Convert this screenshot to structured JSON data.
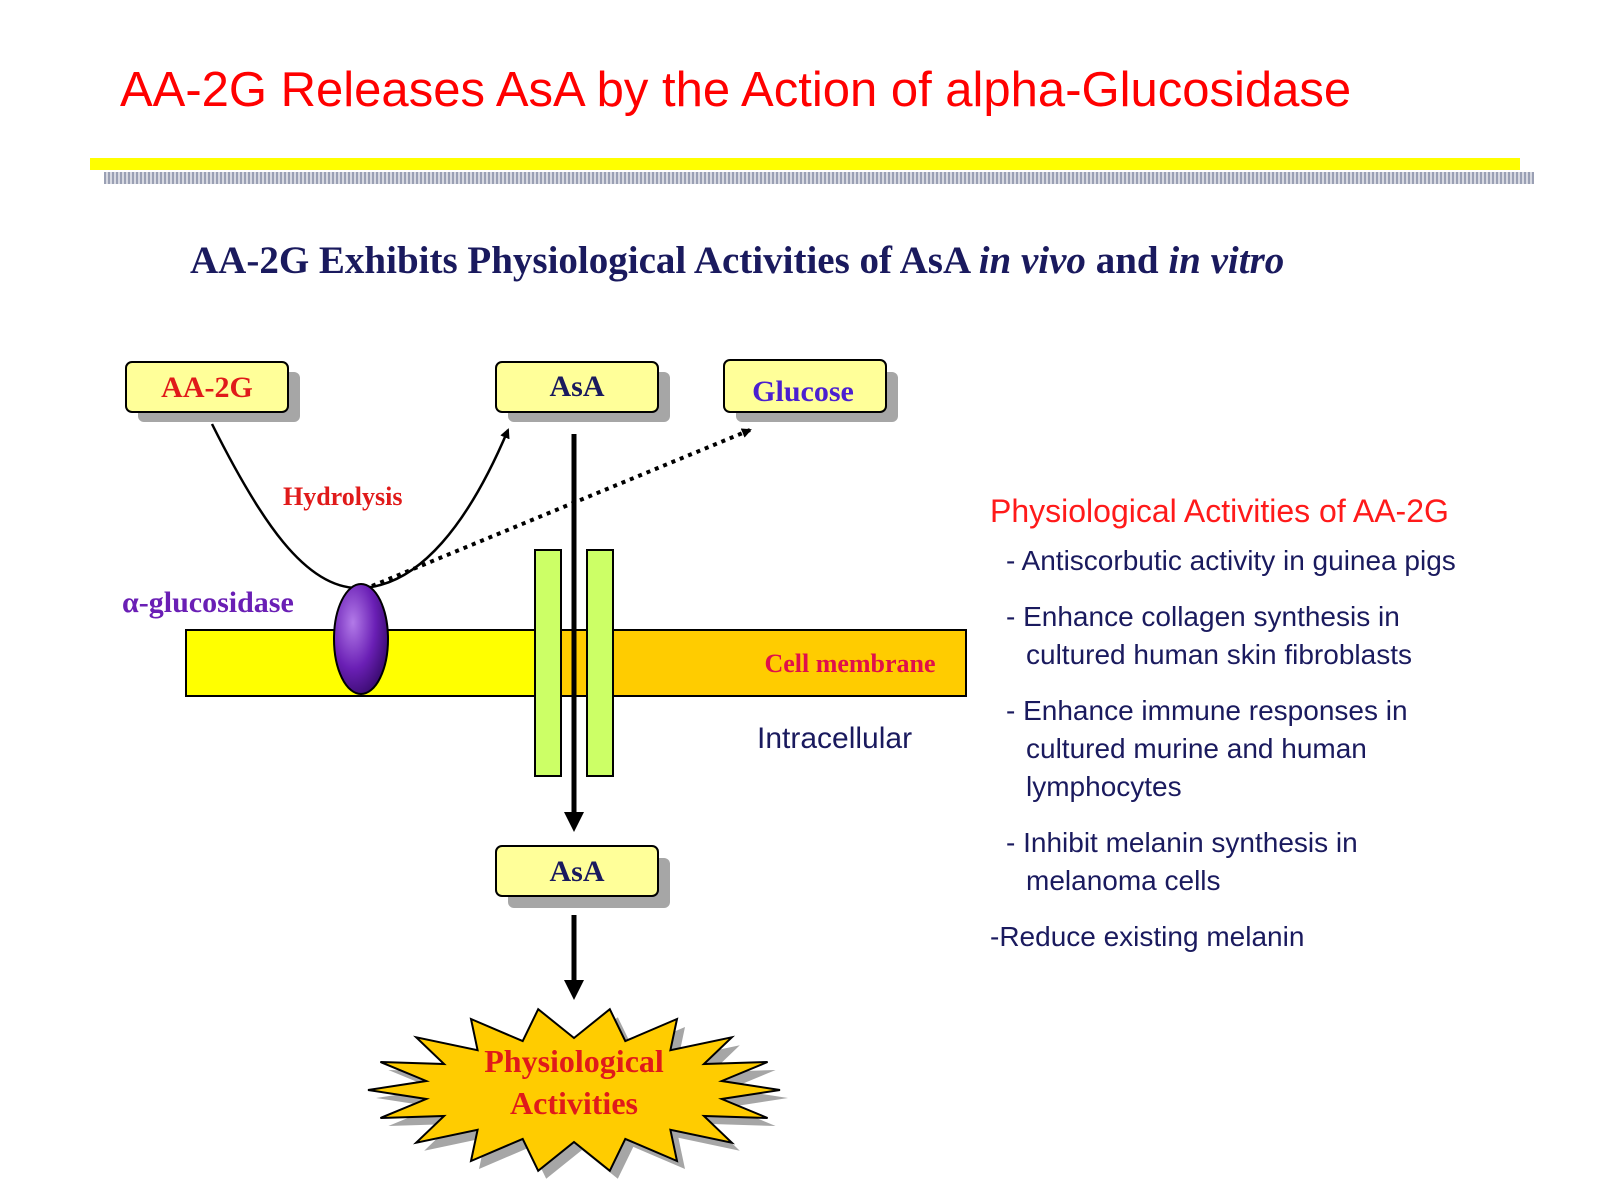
{
  "title": "AA-2G Releases AsA by the Action of alpha-Glucosidase",
  "subtitle": {
    "part1": "AA-2G Exhibits Physiological Activities of AsA ",
    "in_vivo": "in vivo",
    "and": " and ",
    "in_vitro": "in vitro"
  },
  "diagram": {
    "box_aa2g": "AA-2G",
    "box_asa_top": "AsA",
    "box_glucose": "Glucose",
    "hydrolysis": "Hydrolysis",
    "enzyme": "α-glucosidase",
    "membrane": "Cell membrane",
    "intracellular": "Intracellular",
    "box_asa_bottom": "AsA",
    "burst_line1": "Physiological",
    "burst_line2": "Activities"
  },
  "activities": {
    "title": "Physiological Activities of AA-2G",
    "items": [
      "- Antiscorbutic activity in guinea pigs",
      "- Enhance collagen synthesis in cultured human skin fibroblasts",
      "- Enhance immune responses in cultured murine and human lymphocytes",
      "- Inhibit melanin synthesis in melanoma cells",
      "-Reduce existing melanin"
    ]
  },
  "colors": {
    "title_red": "#ff0000",
    "navy_text": "#1a1a5e",
    "box_fill": "#ffff99",
    "membrane_yellow": "#ffff00",
    "membrane_orange": "#ffcc00",
    "channel_green": "#ccff66",
    "enzyme_purple": "#6a1fb5",
    "burst_fill": "#ffcc00"
  }
}
